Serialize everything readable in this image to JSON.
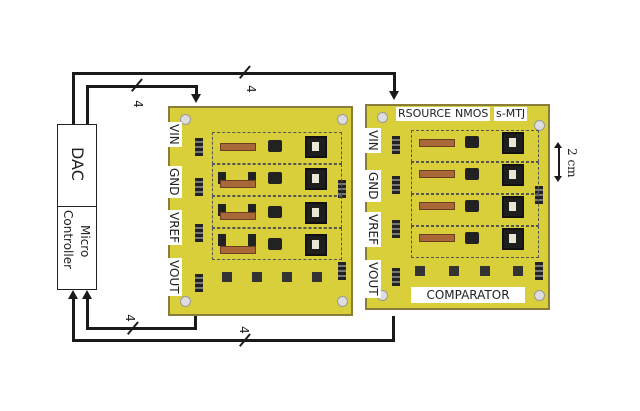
{
  "controller": {
    "dac_label": "DAC",
    "mcu_label_line1": "Micro",
    "mcu_label_line2": "Controller"
  },
  "buses": {
    "top_outer_width": "4",
    "top_inner_width": "4",
    "bottom_inner_width": "4",
    "bottom_outer_width": "4"
  },
  "boards": [
    {
      "name": "board-left",
      "pins": [
        "VIN",
        "GND",
        "VREF",
        "VOUT"
      ]
    },
    {
      "name": "board-right",
      "pins": [
        "VIN",
        "GND",
        "VREF",
        "VOUT"
      ],
      "column_labels": [
        "RSOURCE",
        "NMOS",
        "s-MTJ"
      ],
      "bottom_label": "COMPARATOR"
    }
  ],
  "scale_bar": {
    "label": "2 cm"
  },
  "colors": {
    "pcb": "#d9cf3a",
    "wire": "#1a1a1a",
    "label_bg": "#ffffff"
  }
}
